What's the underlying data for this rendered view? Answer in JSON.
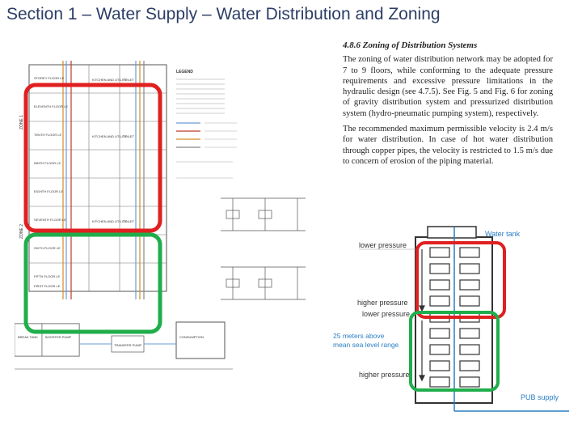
{
  "title": "Section 1 – Water Supply – Water Distribution and Zoning",
  "section": {
    "heading": "4.8.6 Zoning of Distribution Systems",
    "paragraph1": "The zoning of water distribution network may be adopted for 7 to 9 floors, while conforming to the adequate pressure requirements and excessive pressure limitations in the hydraulic design (see 4.7.5). See Fig. 5 and Fig. 6 for zoning of gravity distribution system and pressurized distribution system (hydro-pneumatic pumping system), respectively.",
    "paragraph2": "The recommended maximum permissible velocity is 2.4 m/s for water distribution. In case of hot water distribution through copper pipes, the velocity is restricted to 1.5 m/s due to concern of erosion of the piping material."
  },
  "drawing": {
    "legend_title": "LEGEND",
    "zone1": "ZONE 1",
    "zone2": "ZONE 2",
    "floors": [
      "STOREY FLOOR LE",
      "ELEVENTH FLOOR LE",
      "TENTH FLOOR LE",
      "NINTH FLOOR LE",
      "EIGHTH FLOOR LE",
      "SEVENTH FLOOR LE",
      "SIXTH FLOOR LE",
      "FIFTH FLOOR LE"
    ],
    "units": [
      "KITCHEN AND UTILITY",
      "TOILET"
    ],
    "basement_labels": [
      "BREAK TANK",
      "BOOSTER PUMP",
      "CONSUMPTION",
      "TRANSFER PUMP"
    ],
    "lower_floor_label": "FIRST FLOOR LE"
  },
  "sketch": {
    "water_tank": "Water tank",
    "lower_pressure_1": "lower pressure",
    "higher_pressure_1": "higher pressure",
    "lower_pressure_2": "lower pressure",
    "sea_level_note": "25 meters above mean sea level range",
    "higher_pressure_2": "higher pressure",
    "pub_supply": "PUB supply"
  },
  "colors": {
    "title": "#2c3e66",
    "zone_upper": "#e02020",
    "zone_lower": "#1fae4b",
    "sketch_blue": "#2a7ec4"
  }
}
